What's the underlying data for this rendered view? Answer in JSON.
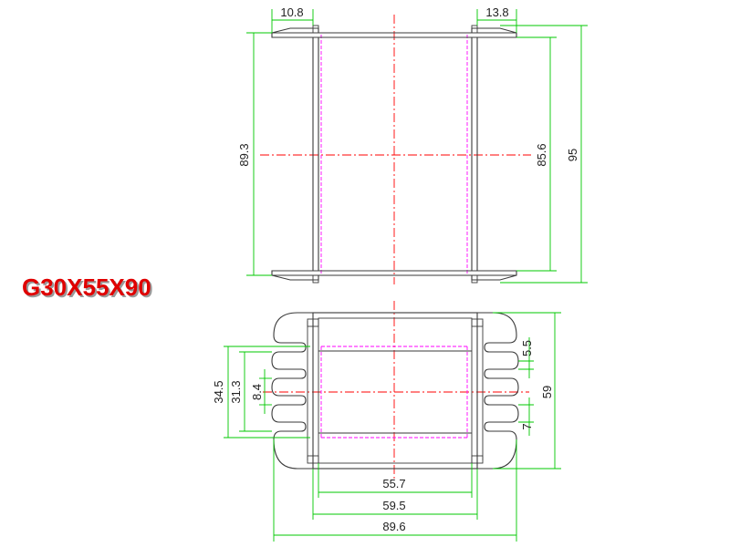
{
  "title": "G30X55X90",
  "colors": {
    "outline": "#3a3a3a",
    "dimension": "#00c800",
    "centerline": "#ff0000",
    "hidden": "#ff00ff",
    "title": "#e00000",
    "title_shadow": "#9a9a9a"
  },
  "top_view": {
    "dims": {
      "d1": "10.8",
      "d2": "13.8",
      "d3": "89.3",
      "d4": "85.6",
      "d5": "95"
    }
  },
  "bottom_view": {
    "dims": {
      "d1": "34.5",
      "d2": "31.3",
      "d3": "8.4",
      "d4": "5.5",
      "d5": "59",
      "d6": "7",
      "d7": "55.7",
      "d8": "59.5",
      "d9": "89.6"
    }
  }
}
